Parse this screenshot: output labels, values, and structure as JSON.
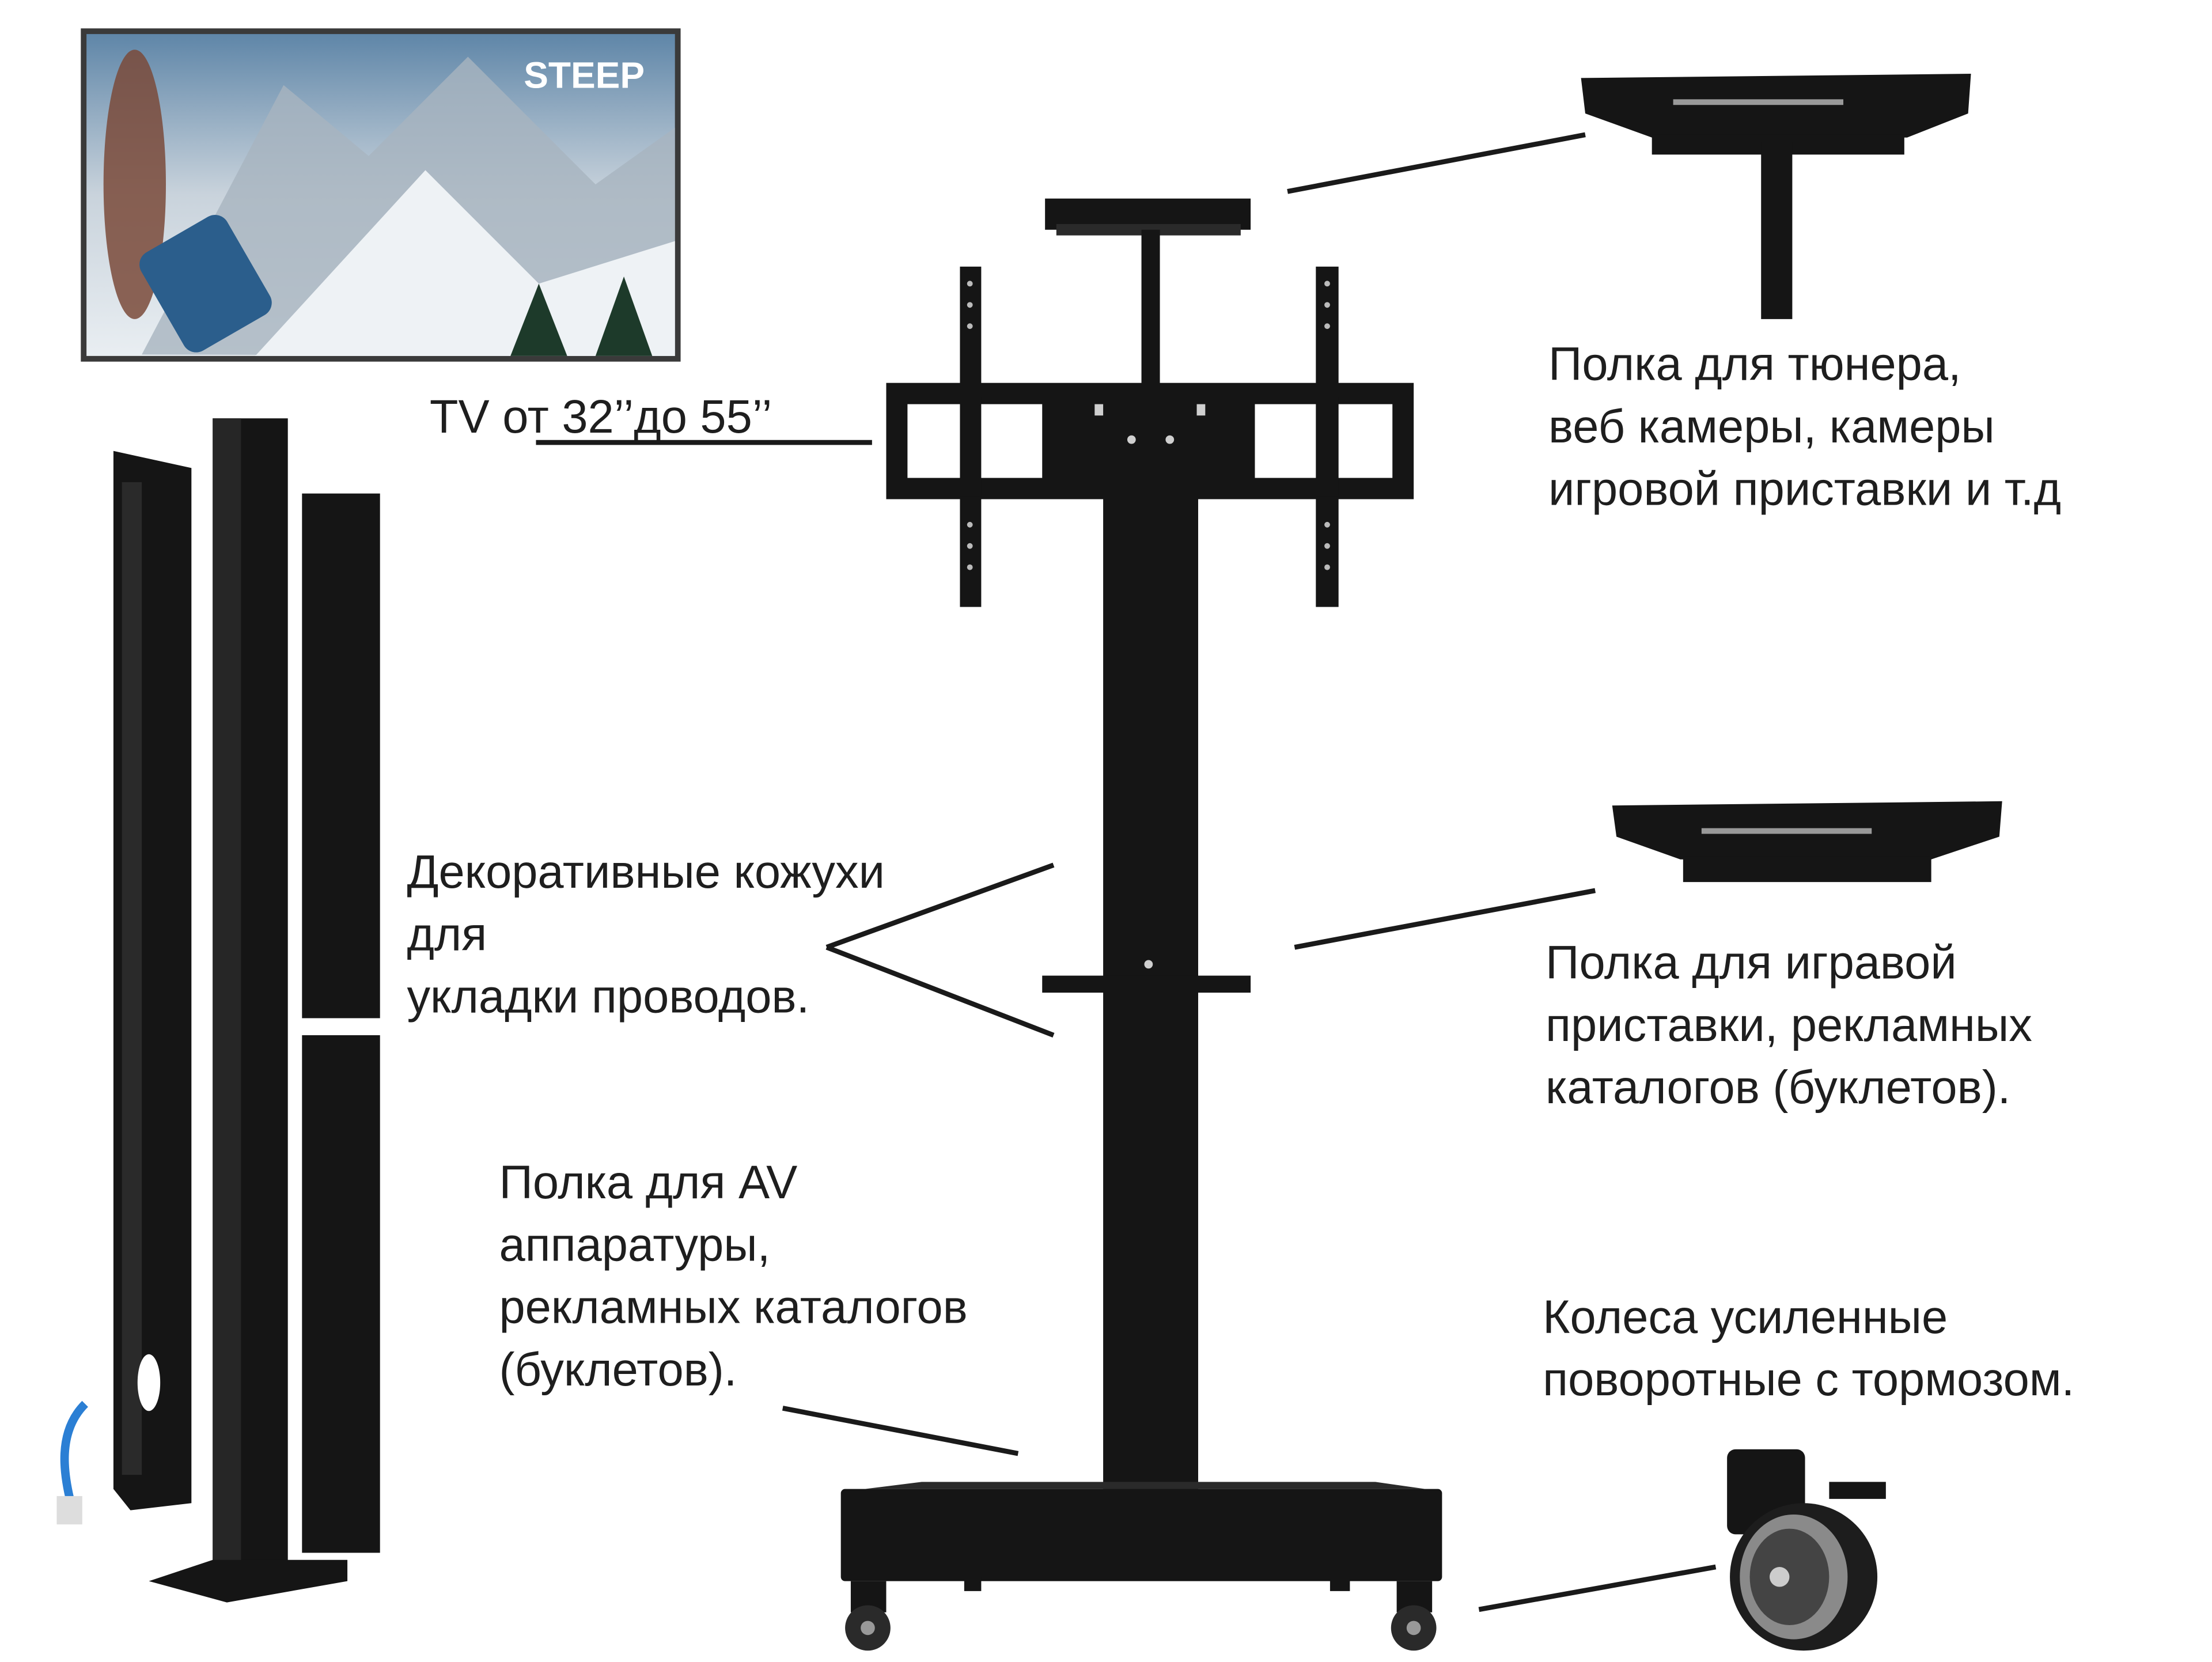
{
  "tv_screen": {
    "logo_text": "STEEP"
  },
  "labels": {
    "tv_size": "TV от 32’’до 55’’",
    "top_shelf": [
      "Полка для тюнера,",
      "веб камеры, камеры",
      "игровой приставки и т.д"
    ],
    "cable_covers": [
      "Декоративные кожухи",
      "для",
      "укладки проводов."
    ],
    "middle_shelf": [
      "Полка для игравой",
      "приставки, рекламных",
      "каталогов (буклетов)."
    ],
    "av_shelf": [
      "Полка для AV",
      "аппаратуры,",
      "рекламных каталогов",
      "(буклетов)."
    ],
    "wheels": [
      "Колеса усиленные",
      "поворотные с тормозом."
    ]
  },
  "colors": {
    "product": "#151515",
    "text": "#1e1e1e",
    "background": "#ffffff"
  }
}
